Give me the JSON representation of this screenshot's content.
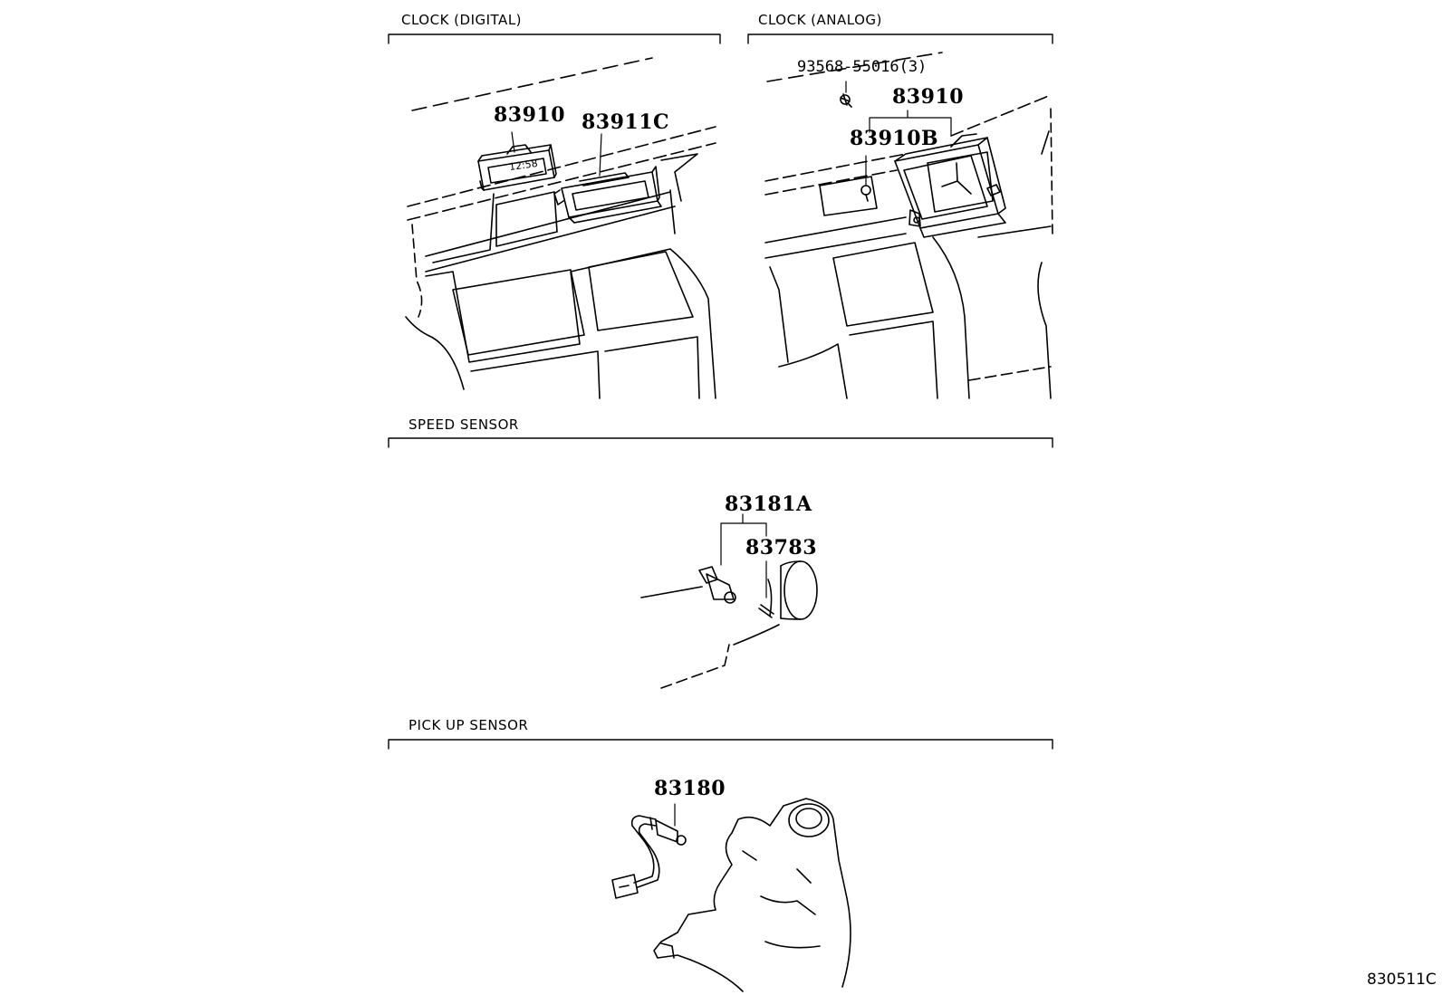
{
  "sections": {
    "clock_digital": {
      "title": "CLOCK (DIGITAL)",
      "parts": {
        "p1": "83910",
        "p2": "83911C"
      },
      "display_text": "12:58"
    },
    "clock_analog": {
      "title": "CLOCK (ANALOG)",
      "parts": {
        "screw": "93568-55016(3)",
        "p1": "83910",
        "p2": "83910B"
      }
    },
    "speed_sensor": {
      "title": "SPEED SENSOR",
      "parts": {
        "p1": "83181A",
        "p2": "83783"
      }
    },
    "pickup_sensor": {
      "title": "PICK UP SENSOR",
      "parts": {
        "p1": "83180"
      }
    }
  },
  "figure_code": "830511C"
}
